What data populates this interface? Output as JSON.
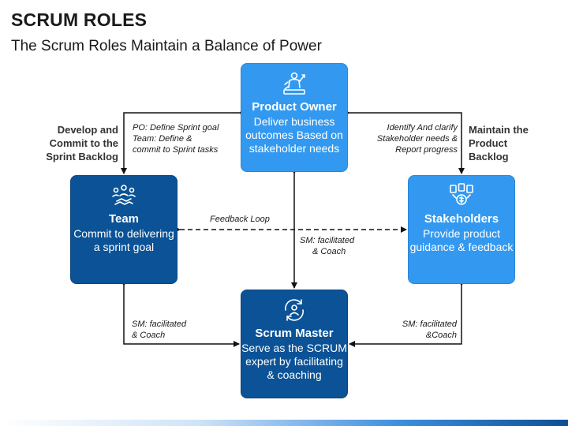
{
  "header": {
    "title": "SCRUM ROLES",
    "subtitle": "The Scrum Roles Maintain a Balance of Power"
  },
  "boxes": {
    "product_owner": {
      "name": "Product Owner",
      "description": "Deliver business outcomes Based on stakeholder needs",
      "icon": "product-owner-icon",
      "color": "#3399f0"
    },
    "team": {
      "name": "Team",
      "description": "Commit to delivering a sprint goal",
      "icon": "team-icon",
      "color": "#0b5296"
    },
    "stakeholders": {
      "name": "Stakeholders",
      "description": "Provide product guidance & feedback",
      "icon": "stakeholders-icon",
      "color": "#3399f0"
    },
    "scrum_master": {
      "name": "Scrum Master",
      "description": "Serve as the SCRUM expert by facilitating & coaching",
      "icon": "scrum-master-icon",
      "color": "#0b5296"
    }
  },
  "labels": {
    "develop_commit": "Develop and Commit to the Sprint Backlog",
    "maintain_backlog": "Maintain the Product Backlog",
    "po_team_note_1": "PO: Define Sprint goal",
    "po_team_note_2": "Team: Define &",
    "po_team_note_3": "commit to Sprint tasks",
    "po_stake_note_1": "Identify And clarify",
    "po_stake_note_2": "Stakeholder needs &",
    "po_stake_note_3": "Report progress",
    "feedback_loop": "Feedback Loop",
    "sm_center_1": "SM: facilitated",
    "sm_center_2": "& Coach",
    "sm_team_1": "SM: facilitated",
    "sm_team_2": "& Coach",
    "sm_stake_1": "SM: facilitated",
    "sm_stake_2": "&Coach"
  }
}
